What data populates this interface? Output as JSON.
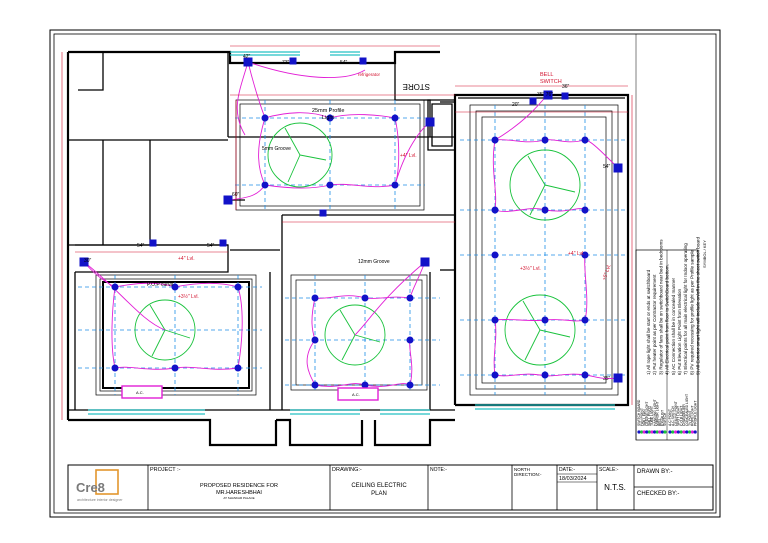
{
  "drawing_labels": {
    "store": "STORE",
    "bell_switch": "BELL\nSWITCH",
    "refrigerator": "refrigerator",
    "profile_light": "25mm Profile\nLight",
    "groove_5mm": "5mm Groove",
    "groove_12mm": "12mm Groove",
    "pop_curve": "P.O.P curve",
    "lvl_4_left": "+4\" Lvl.",
    "lvl_3_left": "+3½\" Lvl.",
    "lvl_4_mid": "+4\" Lvl.",
    "lvl_4_right": "+4\" Lvl.",
    "lvl_3_right": "+3½\" Lvl.",
    "lvl_5_right": "+5\" Lvl.",
    "ac_left": "A.C.",
    "ac_mid": "A.C.",
    "h42": "42\"",
    "h73": "73\"",
    "h54a": "54\"",
    "h20": "20\"",
    "h36": "36\"",
    "h35": "35\" 76\"",
    "h54b": "54\"",
    "h60": "60\"",
    "h34": "54\"",
    "h54c": "54\"",
    "h35b": "35\"",
    "h35c": "30\""
  },
  "notes": [
    "1) All rope light shall be start or ends at switchboard",
    "2) Put heater point as per Contractor requirement",
    "3) Regulator of fans shall be on switchboard near bed in bedrooms",
    "4) All Electrical point from floor to SwitchBoard bottom.",
    "5) AC Connection shall be in concealed manner",
    "6) Put Elevation Light Point from Elevation",
    "7) Electrical points for all main electrical light for Indoor operating",
    "8) PV required recessing for profile light as per Profile sample",
    "9) All Exterior smart light will include on/off in the sheet switch board"
  ],
  "legend_left": [
    {
      "icon": "switch-board",
      "label": "SWITCH BOARD"
    },
    {
      "icon": "fan-point",
      "label": "FAN POINT"
    },
    {
      "icon": "wall-fan",
      "label": "WALL FAN"
    },
    {
      "icon": "ceiling-light",
      "label": "CEILING LIGHT"
    },
    {
      "icon": "wall-pivot",
      "label": "WALL PIVOT"
    },
    {
      "icon": "tube-light",
      "label": "TUBE LIGHT"
    },
    {
      "icon": "hanging-light",
      "label": "HANGING LIGHT"
    },
    {
      "icon": "mirror-light",
      "label": "MIRROR LIGHT"
    },
    {
      "icon": "bell",
      "label": "BELL"
    },
    {
      "icon": "exhaust",
      "label": "EXHAUST"
    },
    {
      "icon": "switch",
      "label": "SWITCH"
    }
  ],
  "legend_right": [
    {
      "icon": "ac-point",
      "label": "A.C POINT"
    },
    {
      "icon": "ac-switch",
      "label": "A.C SWITCH"
    },
    {
      "icon": "ceiling-point",
      "label": "CEILING POINT"
    },
    {
      "icon": "spot-light",
      "label": "SPOT LIGHT"
    },
    {
      "icon": "cob-light",
      "label": "C.O.B LIGHT"
    },
    {
      "icon": "chandelier",
      "label": "CHANDELIER"
    },
    {
      "icon": "concealed-light",
      "label": "CONCEALED LIGHT"
    },
    {
      "icon": "tv-point",
      "label": "TV POINT"
    },
    {
      "icon": "rope-light",
      "label": "ROPE LIGHT"
    },
    {
      "icon": "profile-light",
      "label": "PROFILE LIGHT"
    }
  ],
  "legend_symbols_label": "SYMBOL / KEY",
  "title_block": {
    "logo_text": "Cre8",
    "logo_sub": "architecture interior designer",
    "project_label": "PROJECT :-",
    "project_line1": "PROPOSED RESIDENCE FOR",
    "project_line2": "MR.HARESHBHAI",
    "project_line3": "AT SHANKAR PALACE",
    "drawing_label": "DRAWING:-",
    "drawing_line1": "CEILING ELECTRIC",
    "drawing_line2": "PLAN",
    "note_label": "NOTE:-",
    "north_label": "NORTH\nDIRECTION:-",
    "date_label": "DATE:-",
    "date_value": "18/03/2024",
    "scale_label": "SCALE:-",
    "scale_value": "N.T.S.",
    "drawn_by_label": "DRAWN BY:-",
    "checked_by_label": "CHECKED BY:-"
  },
  "colors": {
    "wall": "#000000",
    "grid": "#1e8fe6",
    "wire": "#e21fd6",
    "fan": "#19c23c",
    "dim": "#d2102c",
    "symbol": "#1212c8",
    "window": "#25c0c4"
  }
}
